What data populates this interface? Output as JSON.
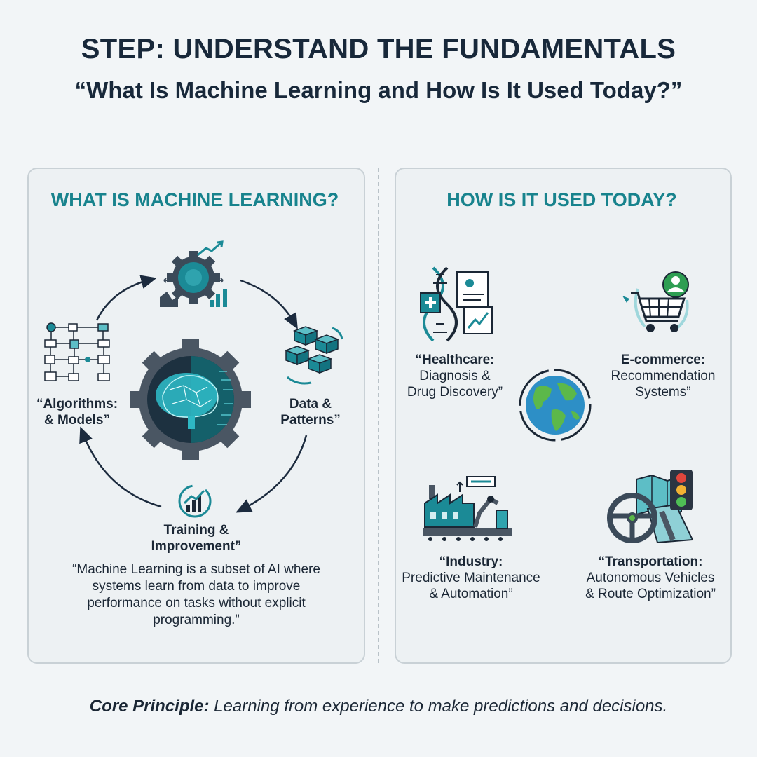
{
  "header": {
    "title": "STEP: UNDERSTAND THE FUNDAMENTALS",
    "subtitle": "“What Is Machine Learning and How Is It Used Today?”"
  },
  "left_panel": {
    "heading": "WHAT IS MACHINE LEARNING?",
    "cycle": {
      "data_line1": "Data &",
      "data_line2": "Patterns”",
      "training_line1": "Training &",
      "training_line2": "Improvement”",
      "algorithms_line1": "“Algorithms:",
      "algorithms_line2": "& Models”"
    },
    "description": "“Machine Learning is a subset of AI where systems learn from data to improve performance on tasks without explicit programming.”"
  },
  "right_panel": {
    "heading": "HOW IS IT USED TODAY?",
    "healthcare": {
      "title": "“Healthcare:",
      "line1": "Diagnosis &",
      "line2": "Drug Discovery”"
    },
    "ecommerce": {
      "title": "E-commerce:",
      "line1": "Recommendation",
      "line2": "Systems”"
    },
    "industry": {
      "title": "“Industry:",
      "line1": "Predictive Maintenance",
      "line2": "& Automation”"
    },
    "transportation": {
      "title": "“Transportation:",
      "line1": "Autonomous Vehicles",
      "line2": "& Route Optimization”"
    }
  },
  "footer": {
    "label": "Core Principle:",
    "text": " Learning from experience to make predictions and decisions."
  },
  "colors": {
    "teal": "#18838d",
    "navy": "#18283a",
    "panel": "#edf1f3",
    "border": "#c9d1d6"
  },
  "icons": [
    "gear-chart-icon",
    "data-blocks-icon",
    "growth-chart-icon",
    "flowchart-icon",
    "brain-gear-icon",
    "dna-icon",
    "shopping-cart-icon",
    "globe-icon",
    "factory-icon",
    "steering-wheel-icon",
    "traffic-light-icon",
    "map-icon"
  ]
}
